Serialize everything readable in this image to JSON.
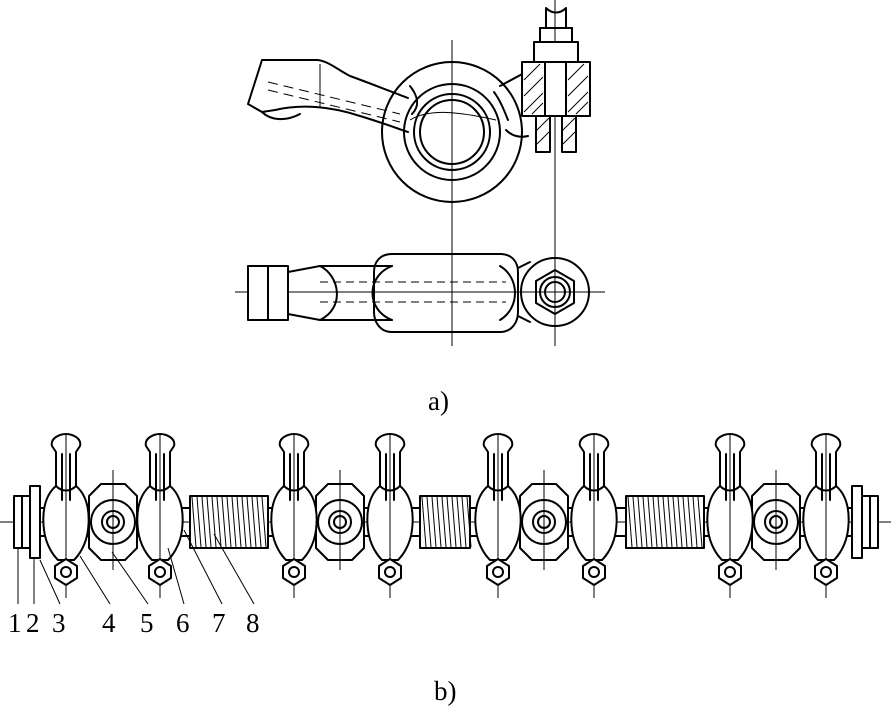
{
  "captions": {
    "a": "a)",
    "b": "b)"
  },
  "part_numbers": [
    "1",
    "2",
    "3",
    "4",
    "5",
    "6",
    "7",
    "8"
  ]
}
